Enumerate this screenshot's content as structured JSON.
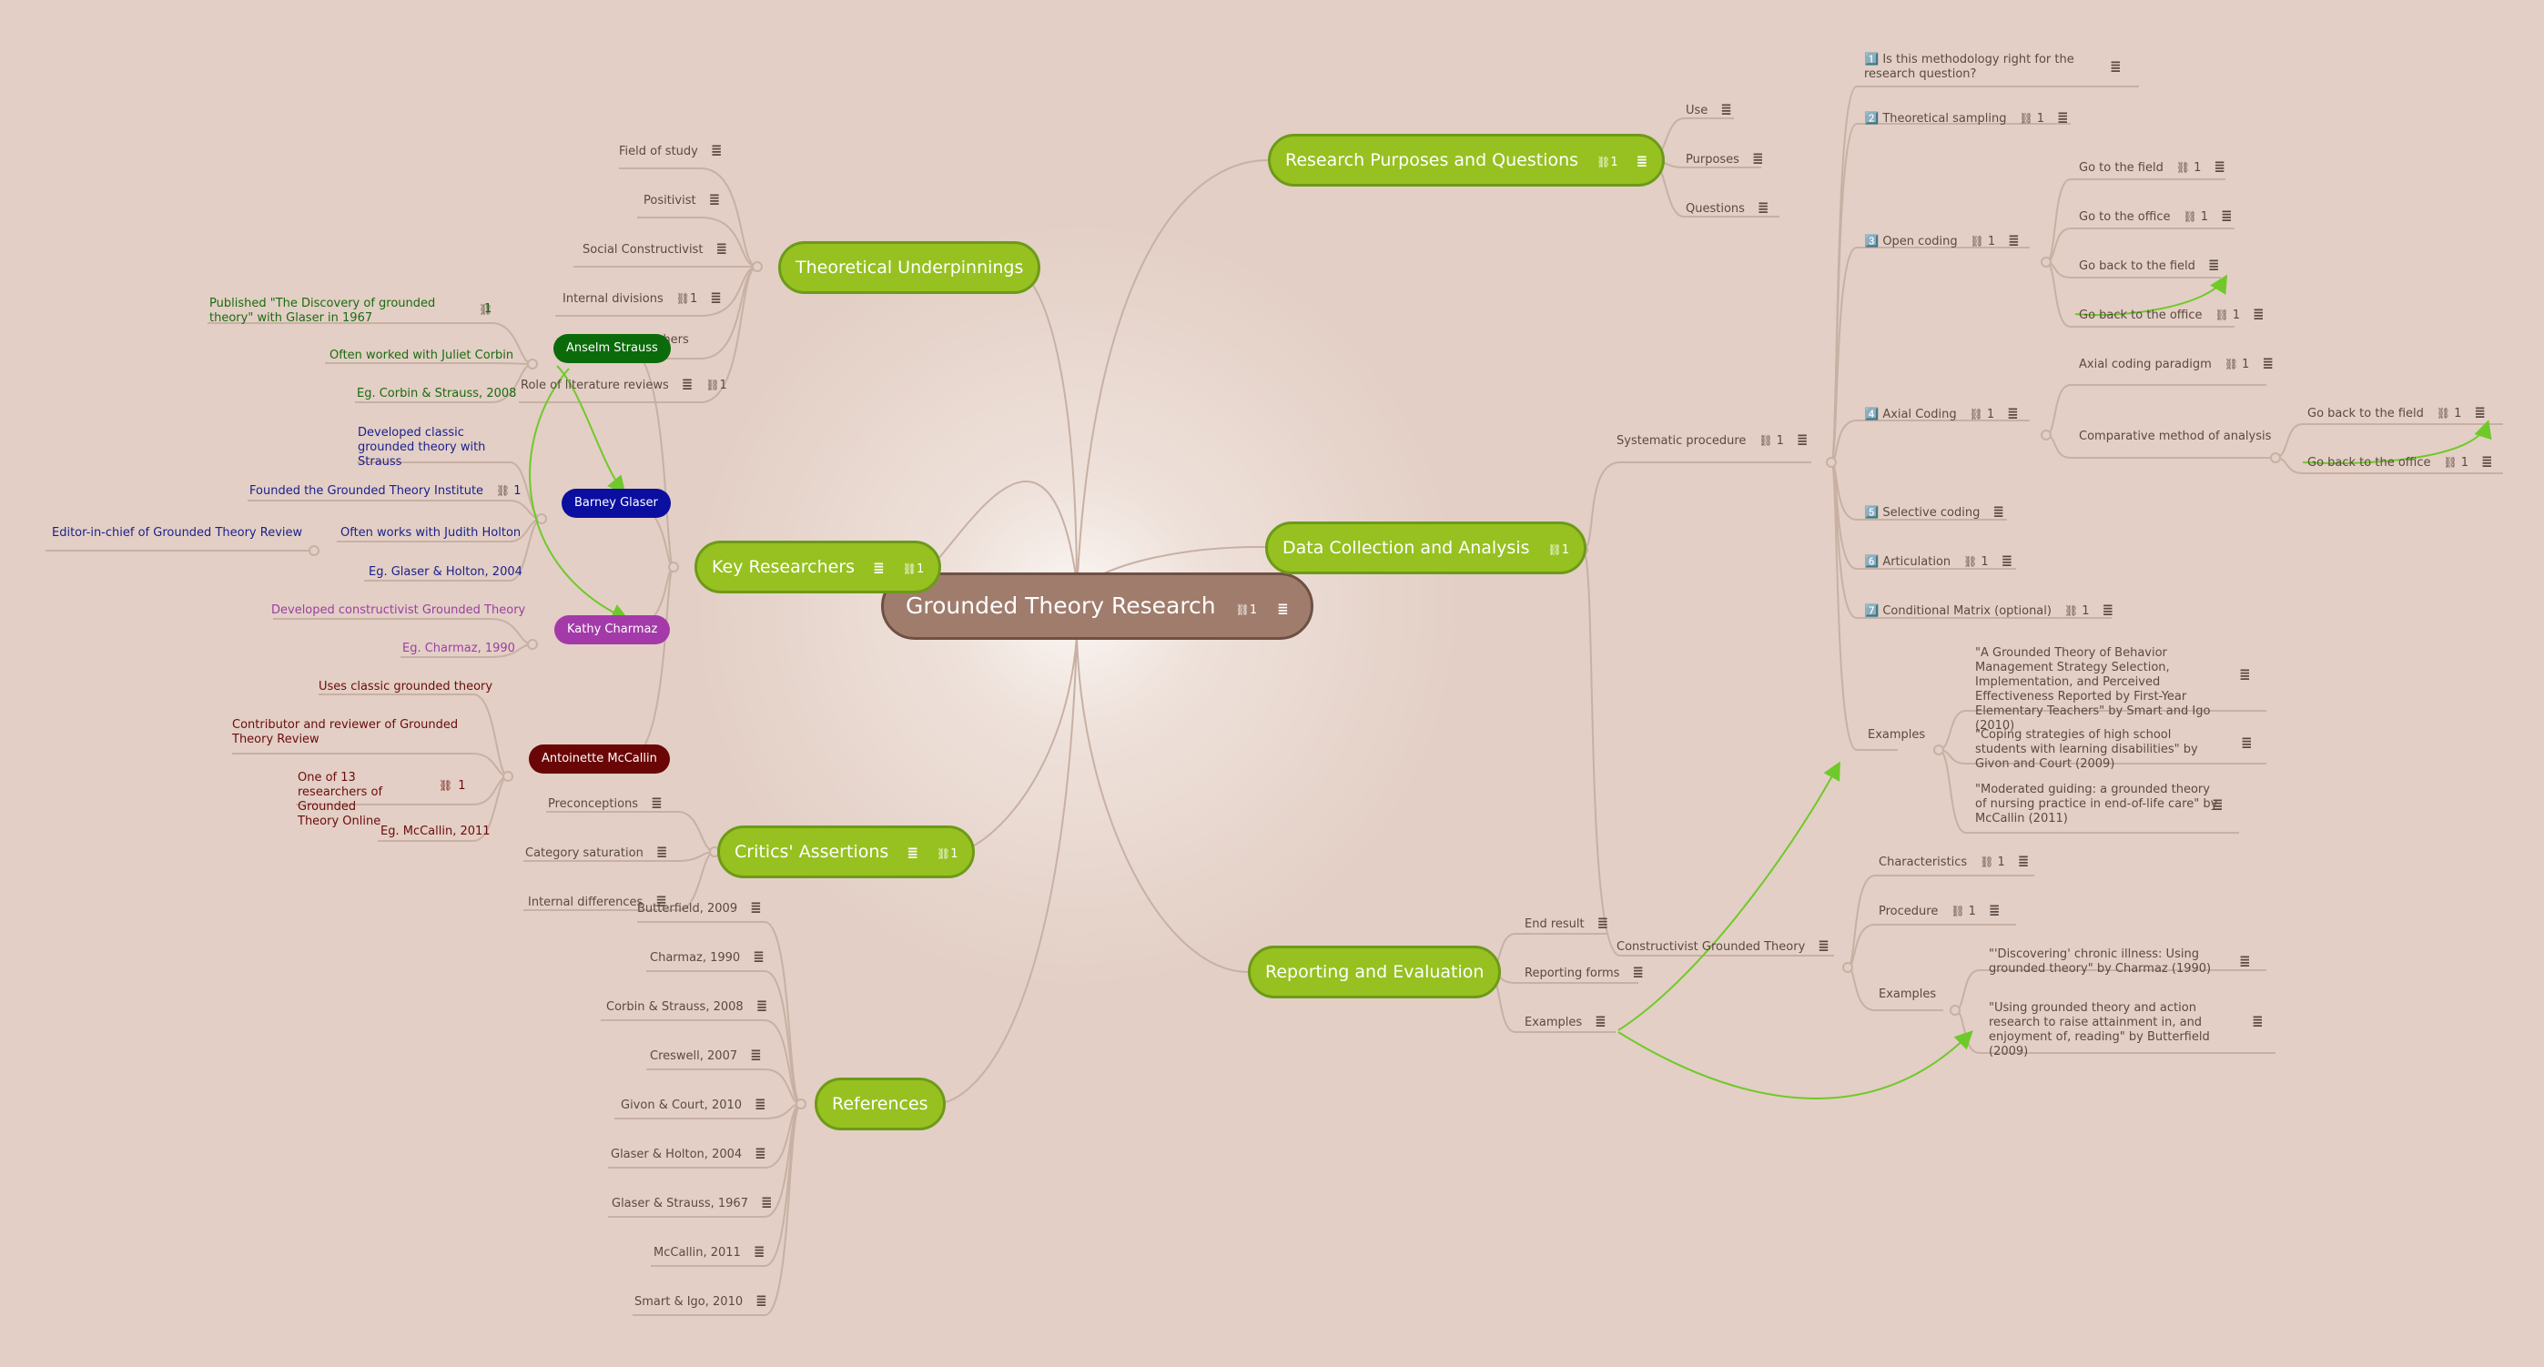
{
  "colors": {
    "background": "#e3cfc5",
    "main_topic": "#a07c6c",
    "main_topics": "#96c120",
    "connector": "#c8b0a4",
    "relationship": "#6fc92a",
    "strauss": "#0b6b0b",
    "glaser": "#0a0fa0",
    "charmaz": "#a43aa9",
    "mccallin": "#6a0606"
  },
  "icons": {
    "link": "link-icon",
    "note": "note-icon"
  },
  "central": {
    "label": "Grounded Theory Research",
    "link_count": "1"
  },
  "theoretical": {
    "label": "Theoretical Underpinnings",
    "children": [
      {
        "label": "Field of study"
      },
      {
        "label": "Positivist"
      },
      {
        "label": "Social Constructivist"
      },
      {
        "label": "Internal divisions",
        "link_count": "1"
      },
      {
        "label": "Original Researchers"
      },
      {
        "label": "Role of literature reviews",
        "link_count": "1"
      }
    ]
  },
  "key_researchers": {
    "label": "Key Researchers",
    "link_count": "1",
    "strauss": {
      "label": "Anselm Strauss",
      "items": [
        {
          "label": "Published \"The Discovery of grounded theory\" with Glaser in 1967",
          "link_count": "1"
        },
        {
          "label": "Often worked with Juliet Corbin"
        },
        {
          "label": "Eg. Corbin & Strauss, 2008"
        }
      ]
    },
    "glaser": {
      "label": "Barney Glaser",
      "items": [
        {
          "label": "Developed classic grounded theory with Strauss"
        },
        {
          "label": "Founded the Grounded Theory Institute",
          "link_count": "1"
        },
        {
          "label": "Often works with Judith Holton",
          "child": "Editor-in-chief of Grounded Theory Review"
        },
        {
          "label": "Eg. Glaser & Holton, 2004"
        }
      ]
    },
    "charmaz": {
      "label": "Kathy Charmaz",
      "items": [
        {
          "label": "Developed constructivist Grounded Theory"
        },
        {
          "label": "Eg. Charmaz, 1990"
        }
      ]
    },
    "mccallin": {
      "label": "Antoinette McCallin",
      "items": [
        {
          "label": "Uses classic grounded theory"
        },
        {
          "label": "Contributor and reviewer of Grounded Theory Review"
        },
        {
          "label": "One of 13 researchers of Grounded Theory Online",
          "link_count": "1"
        },
        {
          "label": "Eg. McCallin, 2011"
        }
      ]
    }
  },
  "critics": {
    "label": "Critics' Assertions",
    "link_count": "1",
    "children": [
      {
        "label": "Preconceptions"
      },
      {
        "label": "Category saturation"
      },
      {
        "label": "Internal differences"
      }
    ]
  },
  "references": {
    "label": "References",
    "children": [
      {
        "label": "Butterfield, 2009"
      },
      {
        "label": "Charmaz, 1990"
      },
      {
        "label": "Corbin & Strauss, 2008"
      },
      {
        "label": "Creswell, 2007"
      },
      {
        "label": "Givon & Court, 2010"
      },
      {
        "label": "Glaser & Holton, 2004"
      },
      {
        "label": "Glaser & Strauss, 1967"
      },
      {
        "label": "McCallin, 2011"
      },
      {
        "label": "Smart & Igo, 2010"
      }
    ]
  },
  "research": {
    "label": "Research Purposes and Questions",
    "link_count": "1",
    "children": [
      {
        "label": "Use"
      },
      {
        "label": "Purposes"
      },
      {
        "label": "Questions"
      }
    ]
  },
  "data_collection": {
    "label": "Data Collection and Analysis",
    "link_count": "1",
    "systematic": {
      "label": "Systematic procedure",
      "link_count": "1",
      "steps": [
        {
          "label": "1️⃣ Is this methodology right for the research question?"
        },
        {
          "label": "2️⃣ Theoretical sampling",
          "link_count": "1"
        },
        {
          "label": "3️⃣ Open coding",
          "link_count": "1"
        },
        {
          "label": "4️⃣ Axial Coding",
          "link_count": "1"
        },
        {
          "label": "5️⃣ Selective coding"
        },
        {
          "label": "6️⃣ Articulation",
          "link_count": "1"
        },
        {
          "label": "7️⃣ Conditional Matrix (optional)",
          "link_count": "1"
        },
        {
          "label": "Examples"
        }
      ],
      "open_coding": [
        {
          "label": "Go to the field",
          "link_count": "1"
        },
        {
          "label": "Go to the office",
          "link_count": "1"
        },
        {
          "label": "Go back to the field"
        },
        {
          "label": "Go back to the office",
          "link_count": "1"
        }
      ],
      "axial": [
        {
          "label": "Axial coding paradigm",
          "link_count": "1"
        },
        {
          "label": "Comparative method of analysis"
        }
      ],
      "comparative": [
        {
          "label": "Go back to the field",
          "link_count": "1"
        },
        {
          "label": "Go back to the office",
          "link_count": "1"
        }
      ],
      "examples": [
        {
          "label": "\"A Grounded Theory of Behavior Management Strategy Selection, Implementation, and Perceived Effectiveness Reported by First-Year Elementary Teachers\" by Smart and Igo (2010)"
        },
        {
          "label": "\"Coping strategies of high school students with learning disabilities\" by Givon and Court (2009)"
        },
        {
          "label": "\"Moderated guiding: a grounded theory of nursing practice in end-of-life care\" by McCallin (2011)"
        }
      ]
    },
    "constructivist": {
      "label": "Constructivist Grounded Theory",
      "children": [
        {
          "label": "Characteristics",
          "link_count": "1"
        },
        {
          "label": "Procedure",
          "link_count": "1"
        },
        {
          "label": "Examples"
        }
      ],
      "examples": [
        {
          "label": "\"'Discovering' chronic illness: Using grounded theory\" by Charmaz (1990)"
        },
        {
          "label": "\"Using grounded theory and action research to raise attainment in, and enjoyment of, reading\" by Butterfield (2009)"
        }
      ]
    }
  },
  "reporting": {
    "label": "Reporting and Evaluation",
    "children": [
      {
        "label": "End result"
      },
      {
        "label": "Reporting forms"
      },
      {
        "label": "Examples"
      }
    ]
  }
}
